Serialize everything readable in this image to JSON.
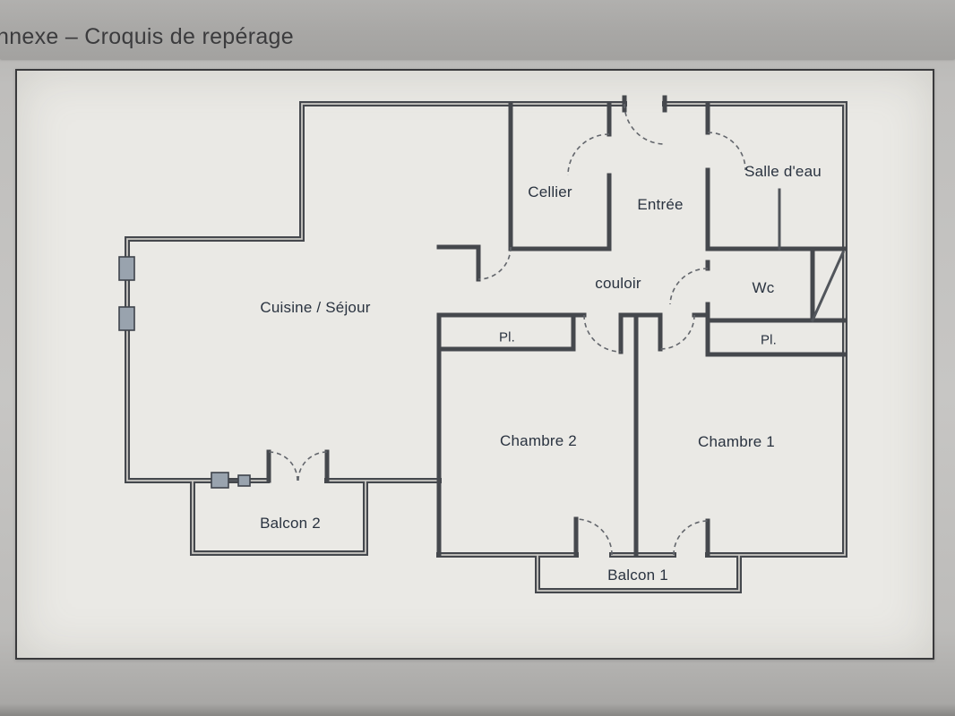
{
  "header": {
    "title": "nnexe – Croquis de repérage"
  },
  "plan": {
    "rooms": {
      "cellier": "Cellier",
      "entree": "Entrée",
      "salle_deau": "Salle d'eau",
      "couloir": "couloir",
      "wc": "Wc",
      "cuisine": "Cuisine / Séjour",
      "pl_left": "Pl.",
      "pl_right": "Pl.",
      "chambre2": "Chambre 2",
      "chambre1": "Chambre 1",
      "balcon2": "Balcon 2",
      "balcon1": "Balcon 1"
    },
    "colors": {
      "wall": "#45484d",
      "wall_core": "#dad8d3",
      "paper": "#eae9e5",
      "header_bar": "#a8a7a5",
      "label_text": "#2a3340",
      "door_arc": "#63666c",
      "window_fill": "#99a3ae"
    }
  }
}
